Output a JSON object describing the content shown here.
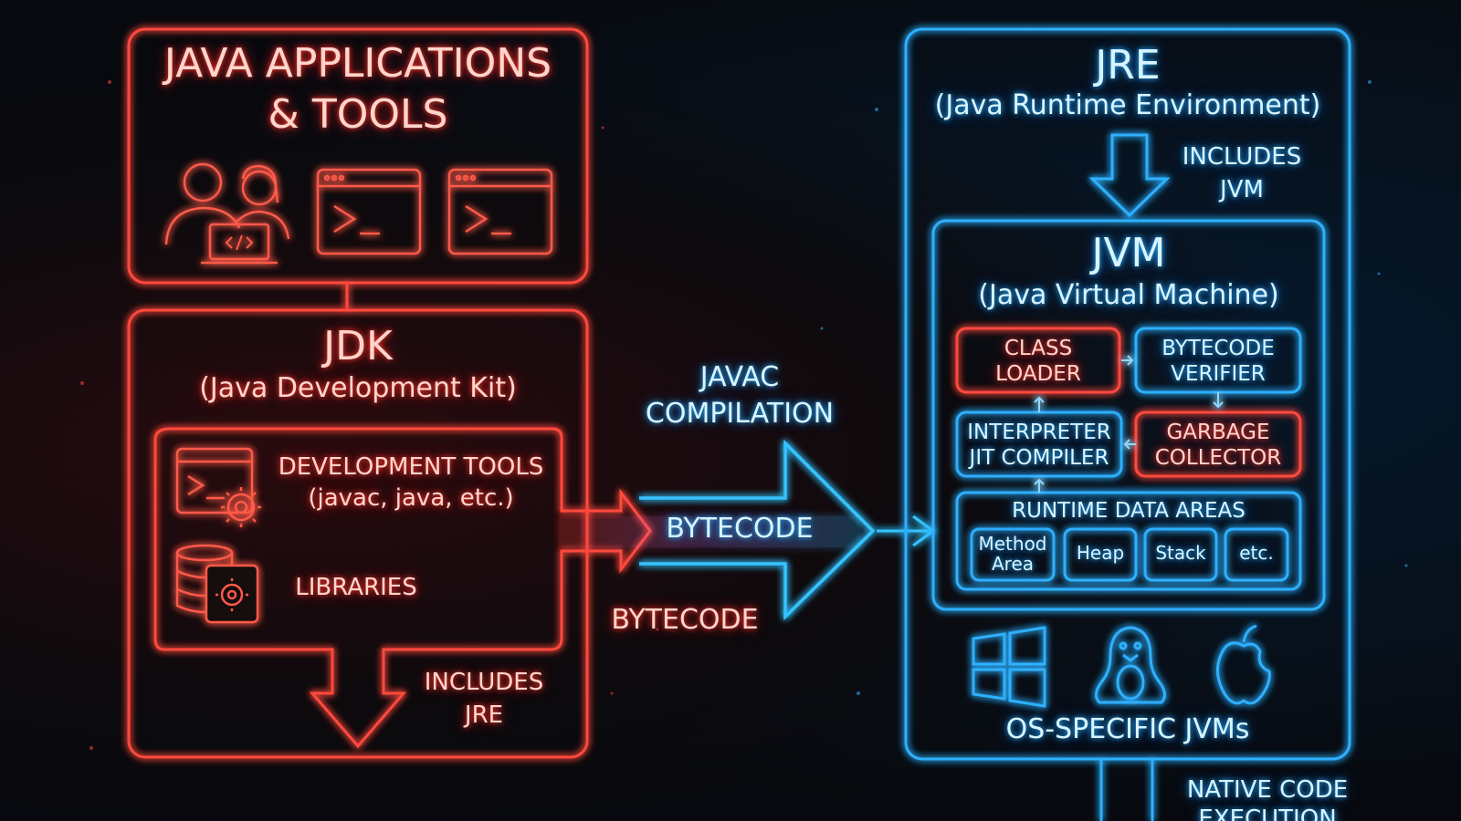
{
  "colors": {
    "jdk_glow": "#ff3b2f",
    "jre_glow": "#2fb6ff",
    "background": "#07090e"
  },
  "apps": {
    "title_line1": "JAVA APPLICATIONS",
    "title_line2": "& TOOLS",
    "icons": [
      "developers-with-laptop-icon",
      "terminal-window-icon",
      "terminal-window-icon"
    ]
  },
  "jdk": {
    "title": "JDK",
    "subtitle": "(Java Development Kit)",
    "dev_tools_line1": "DEVELOPMENT TOOLS",
    "dev_tools_line2": "(javac, java, etc.)",
    "libraries": "LIBRARIES",
    "includes_line1": "INCLUDES",
    "includes_line2": "JRE"
  },
  "compile": {
    "line1": "JAVAC",
    "line2": "COMPILATION",
    "arrow_label": "BYTECODE",
    "below_label": "BYTECODE"
  },
  "jre": {
    "title": "JRE",
    "subtitle": "(Java Runtime Environment)",
    "includes_line1": "INCLUDES",
    "includes_line2": "JVM"
  },
  "jvm": {
    "title": "JVM",
    "subtitle": "(Java Virtual Machine)",
    "class_loader_line1": "CLASS",
    "class_loader_line2": "LOADER",
    "verifier_line1": "BYTECODE",
    "verifier_line2": "VERIFIER",
    "interpreter_line1": "INTERPRETER",
    "interpreter_line2": "JIT COMPILER",
    "gc_line1": "GARBAGE",
    "gc_line2": "COLLECTOR",
    "runtime_title": "RUNTIME DATA AREAS",
    "method_area_line1": "Method",
    "method_area_line2": "Area",
    "heap": "Heap",
    "stack": "Stack",
    "etc": "etc."
  },
  "os": {
    "icons": [
      "windows-icon",
      "linux-tux-icon",
      "apple-icon"
    ],
    "label": "OS-SPECIFIC JVMs"
  },
  "native": {
    "line1": "NATIVE CODE",
    "line2": "EXECUTION"
  }
}
